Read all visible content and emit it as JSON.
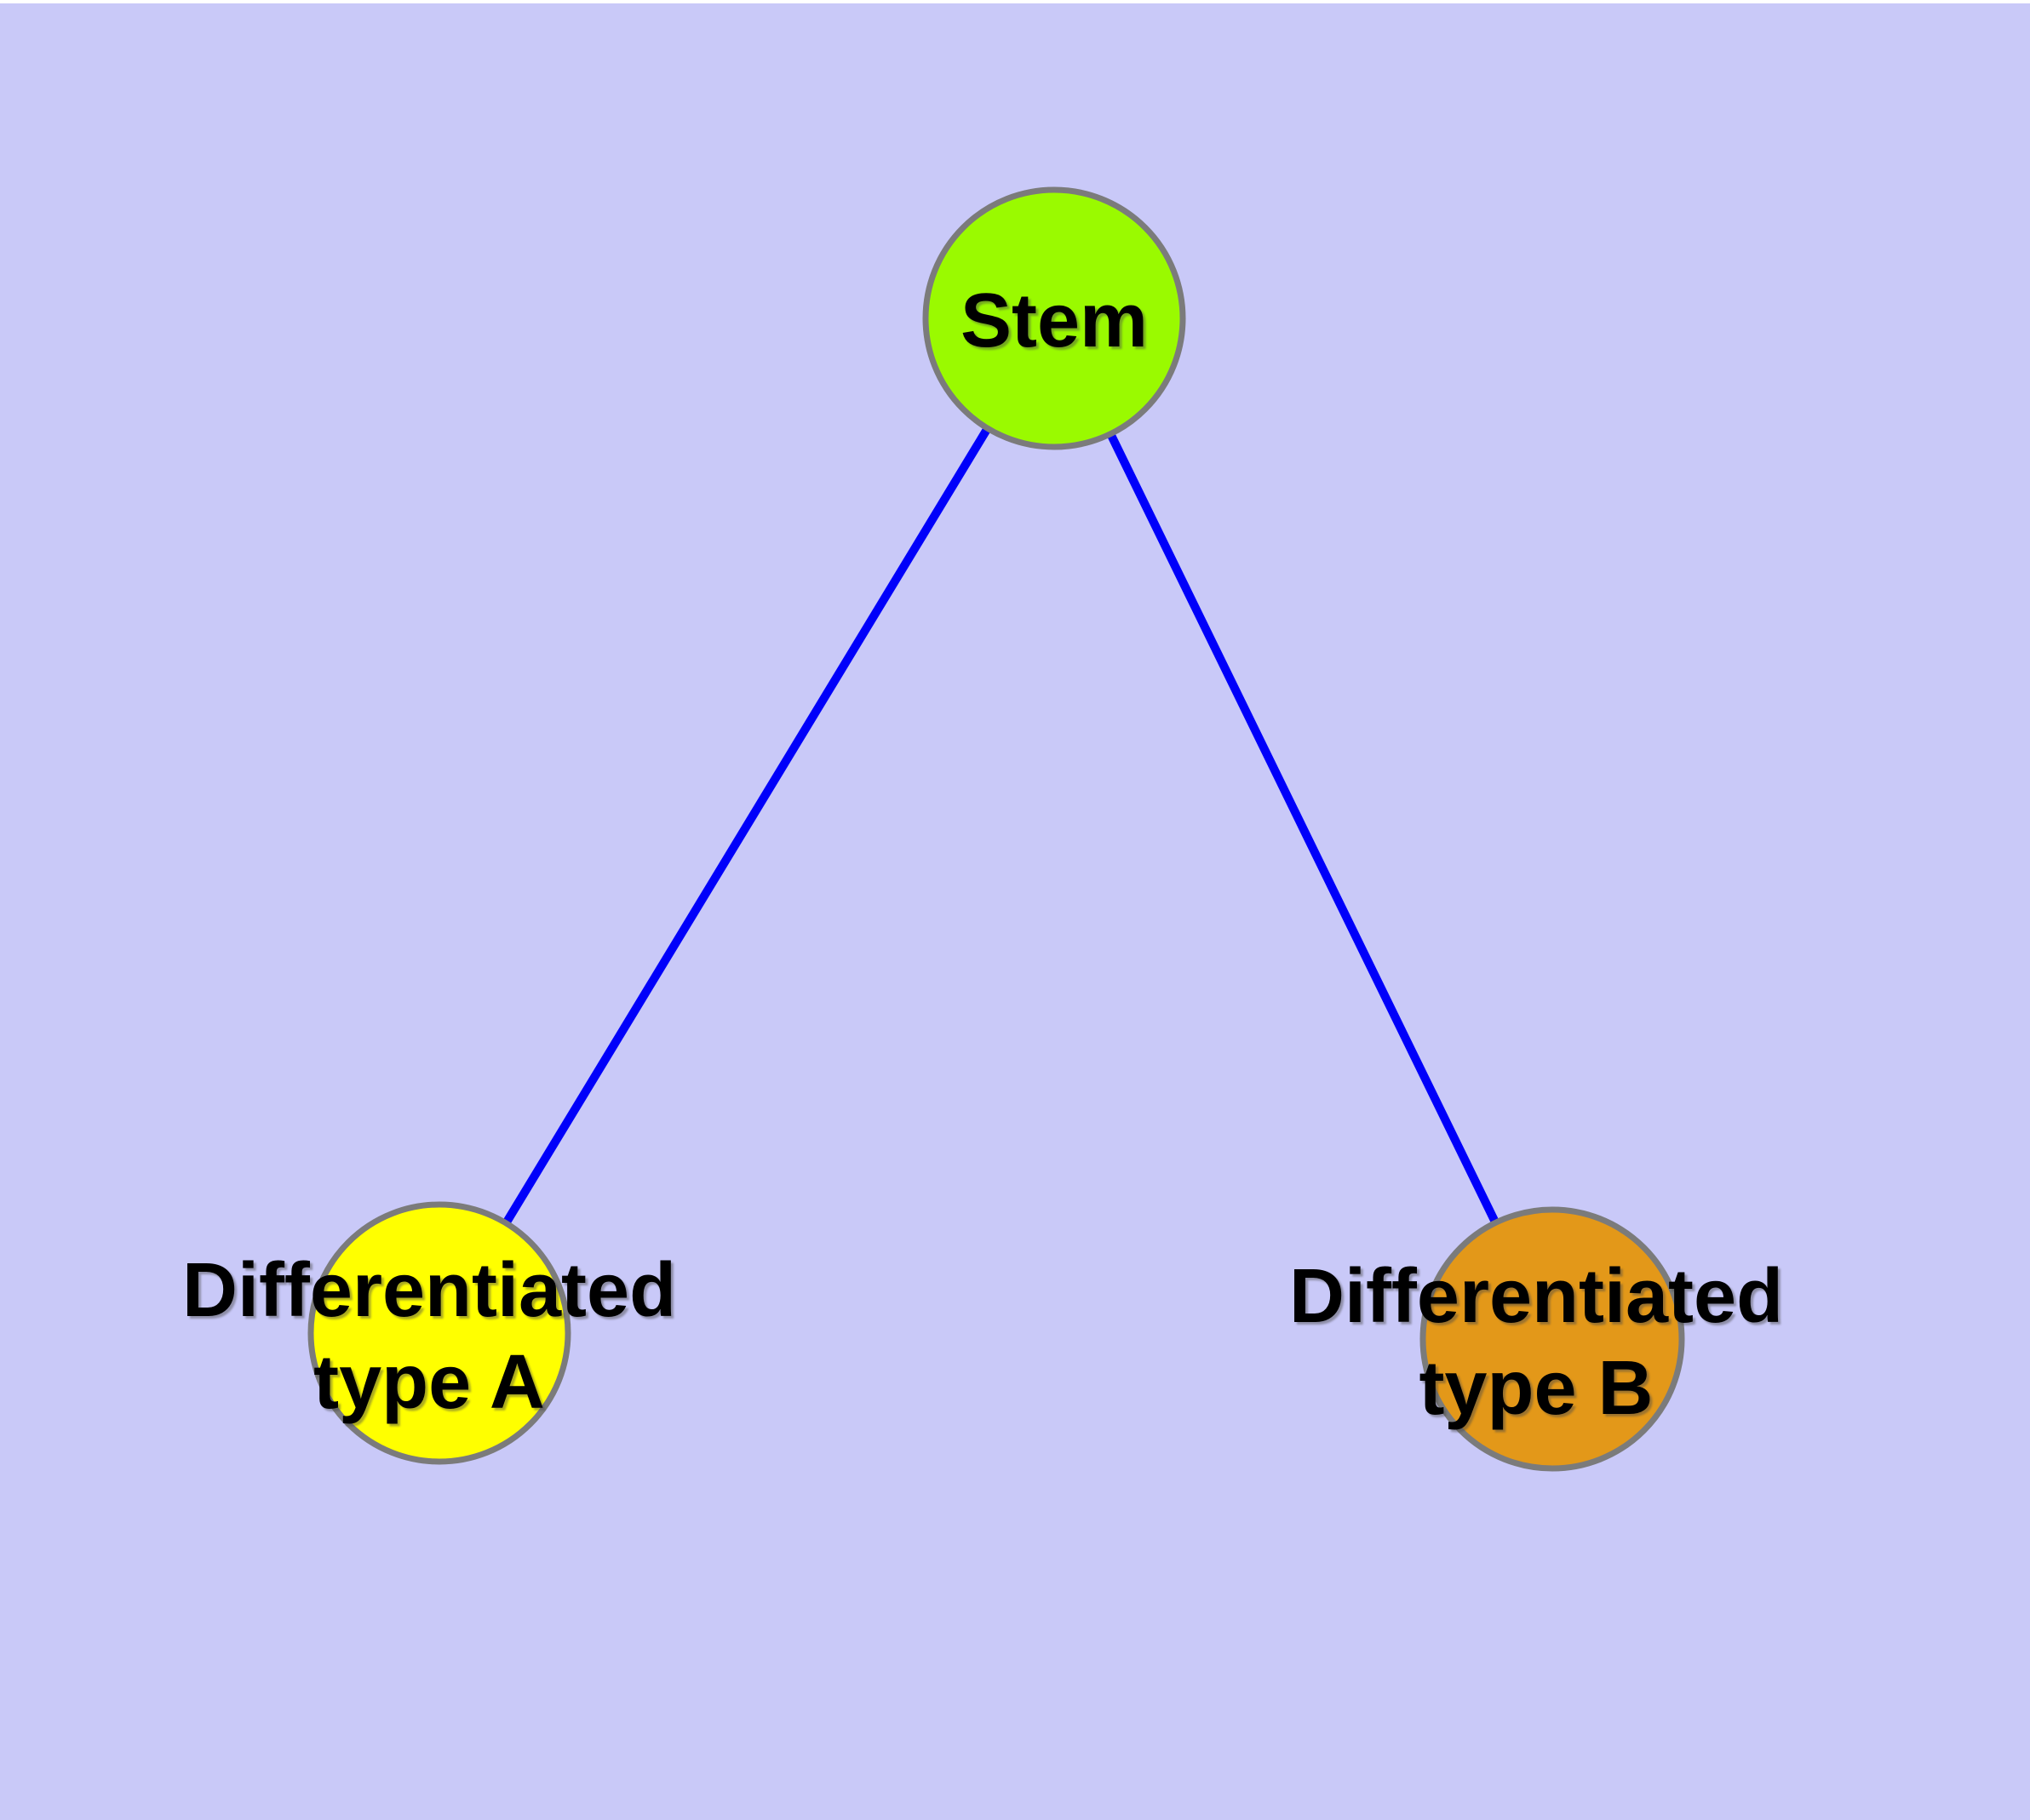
{
  "diagram": {
    "background_color": "#c9c9f8",
    "top_strip_color": "#ffffff",
    "node_border_color": "#7b7b7b",
    "edge_color": "#0000fa",
    "nodes": [
      {
        "id": "stem",
        "label": "Stem",
        "fill": "#9afa00",
        "stroke": "#7b7b7b"
      },
      {
        "id": "diff-a",
        "label": "Differentiated\ntype A",
        "fill": "#ffff00",
        "stroke": "#7b7b7b"
      },
      {
        "id": "diff-b",
        "label": "Differentiated\ntype B",
        "fill": "#e39819",
        "stroke": "#7b7b7b"
      }
    ],
    "edges": [
      {
        "from": "stem",
        "to": "diff-a",
        "color": "#0000fa"
      },
      {
        "from": "stem",
        "to": "diff-b",
        "color": "#0000fa"
      }
    ]
  }
}
